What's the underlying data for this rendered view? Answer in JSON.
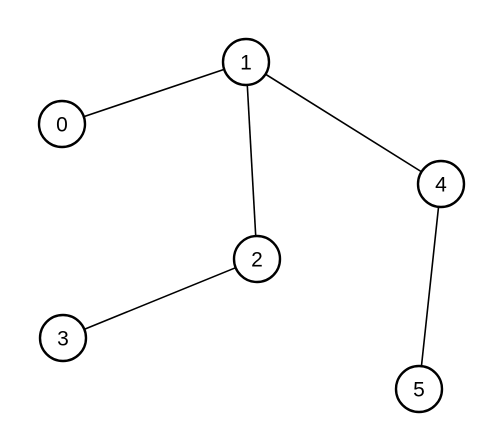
{
  "graph": {
    "nodes": [
      {
        "id": "0",
        "label": "0"
      },
      {
        "id": "1",
        "label": "1"
      },
      {
        "id": "2",
        "label": "2"
      },
      {
        "id": "3",
        "label": "3"
      },
      {
        "id": "4",
        "label": "4"
      },
      {
        "id": "5",
        "label": "5"
      }
    ],
    "edges": [
      {
        "from": "1",
        "to": "0"
      },
      {
        "from": "1",
        "to": "2"
      },
      {
        "from": "1",
        "to": "4"
      },
      {
        "from": "2",
        "to": "3"
      },
      {
        "from": "4",
        "to": "5"
      }
    ],
    "colors": {
      "stroke": "#000000",
      "node_fill": "#ffffff",
      "background": "#ffffff"
    }
  }
}
